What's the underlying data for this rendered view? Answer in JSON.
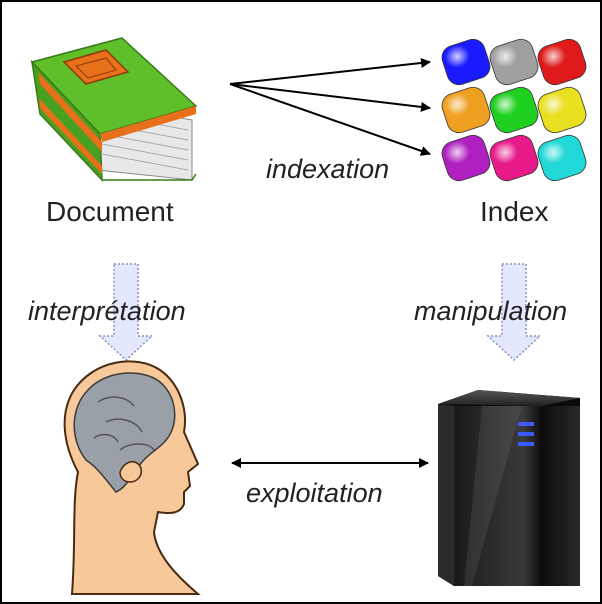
{
  "nodes": {
    "document": "Document",
    "index": "Index"
  },
  "edges": {
    "indexation": "indexation",
    "interpretation": "interprétation",
    "manipulation": "manipulation",
    "exploitation": "exploitation"
  },
  "colors": {
    "book_cover": "#5fbf2a",
    "book_spine": "#e8701a",
    "cube_colors": [
      "#1a1aff",
      "#a0a0a0",
      "#e01a1a",
      "#f0a020",
      "#20d020",
      "#e8e020",
      "#b020c0",
      "#e81a8a",
      "#20d8d8"
    ],
    "head_skin": "#f7c89a",
    "brain": "#9aa0a8",
    "server_body": "#111111",
    "process_arrow_fill": "#e4e8ff"
  },
  "icons": {
    "document": "book-icon",
    "index": "colored-cubes-icon",
    "user": "human-head-brain-icon",
    "system": "server-tower-icon"
  }
}
